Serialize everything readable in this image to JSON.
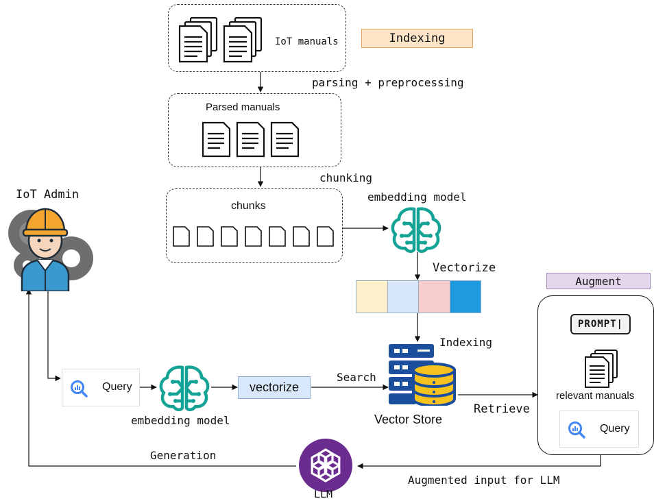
{
  "diagram": {
    "iot_manuals_label": "IoT manuals",
    "indexing_tag": "Indexing",
    "parsing_label": "parsing + preprocessing",
    "parsed_manuals_label": "Parsed manuals",
    "chunking_label": "chunking",
    "chunks_label": "chunks",
    "embedding_model_top_label": "embedding model",
    "vectorize_label": "Vectorize",
    "indexing_label": "Indexing",
    "vector_store_label": "Vector Store",
    "retrieve_label": "Retrieve",
    "augment_tag": "Augment",
    "prompt_label": "PROMPT|",
    "relevant_manuals_label": "relevant manuals",
    "query_label_right": "Query",
    "augmented_input_label": "Augmented input for LLM",
    "llm_label": "LLM",
    "generation_label": "Generation",
    "iot_admin_label": "IoT Admin",
    "query_label_left": "Query",
    "embedding_model_bottom_label": "embedding model",
    "vectorize_box_label": "vectorize",
    "search_label": "Search"
  },
  "colors": {
    "indexing_tag_bg": "#fde5c8",
    "indexing_tag_border": "#e8a45a",
    "augment_tag_bg": "#e4d7ec",
    "augment_tag_border": "#a48bb8",
    "vector_cell_1": "#fdf0ca",
    "vector_cell_2": "#d7e6f8",
    "vector_cell_3": "#f6cccc",
    "vector_cell_4": "#1e9ae0",
    "vectorize_box_bg": "#d8e8fa",
    "neural_icon": "#15a396",
    "database_icon": "#f6c21d",
    "server_icon": "#1b4f9e",
    "llm_icon": "#6a2c8e"
  }
}
